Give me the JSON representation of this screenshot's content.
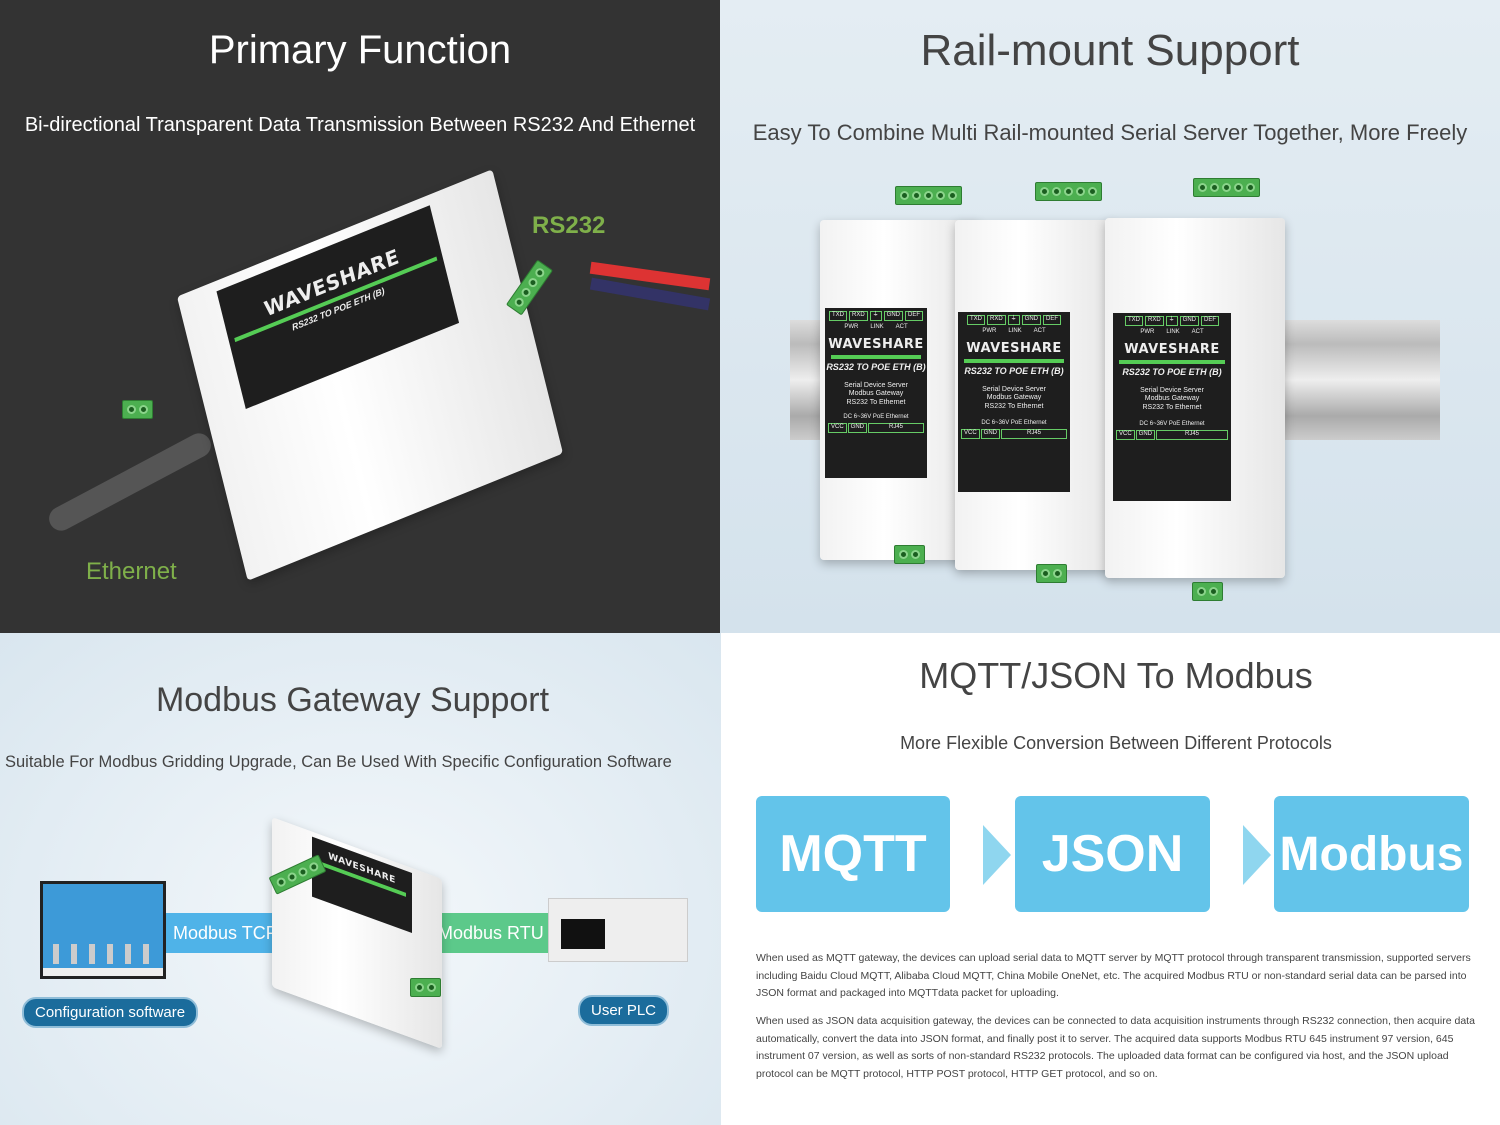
{
  "primary": {
    "title": "Primary Function",
    "subtitle": "Bi-directional Transparent Data Transmission Between RS232 And Ethernet",
    "label_rs232": "RS232",
    "label_ethernet": "Ethernet"
  },
  "rail": {
    "title": "Rail-mount Support",
    "subtitle": "Easy To Combine Multi Rail-mounted Serial Server Together, More Freely"
  },
  "modbus": {
    "title": "Modbus Gateway Support",
    "subtitle": "Suitable For Modbus Gridding Upgrade, Can Be Used With Specific Configuration Software",
    "tcp_label": "Modbus TCP",
    "rtu_label": "Modbus RTU",
    "config_label": "Configuration software",
    "plc_label": "User PLC"
  },
  "mqtt": {
    "title": "MQTT/JSON To Modbus",
    "subtitle": "More Flexible Conversion Between Different Protocols",
    "flow": [
      "MQTT",
      "JSON",
      "Modbus"
    ],
    "paragraphs": [
      "When used as MQTT gateway, the devices can upload serial data to MQTT server by MQTT protocol through transparent transmission, supported servers including Baidu Cloud MQTT, Alibaba Cloud MQTT, China Mobile OneNet, etc. The acquired Modbus RTU or non-standard serial data can be parsed into JSON format and packaged into MQTTdata packet for uploading.",
      "When used as JSON data acquisition gateway, the devices can be connected to data acquisition instruments through RS232 connection, then acquire data automatically, convert the data into JSON format, and finally post it to server. The acquired data supports Modbus RTU 645 instrument 97 version, 645 instrument 07 version, as well as sorts of non-standard RS232 protocols. The uploaded data format can be configured via host, and the JSON upload protocol can be MQTT protocol, HTTP POST protocol, HTTP GET protocol, and so on."
    ]
  },
  "device": {
    "brand": "WAVESHARE",
    "model": "RS232 TO POE ETH (B)",
    "pins": [
      "TXD",
      "RXD",
      "⏚",
      "GND",
      "DEF"
    ],
    "leds": [
      "PWR",
      "LINK",
      "ACT"
    ],
    "line1": "Serial Device Server",
    "line2": "Modbus Gateway",
    "line3": "RS232 To Ethernet",
    "power": "DC 6~36V  PoE Ethernet",
    "bottom": [
      "VCC",
      "GND",
      "RJ45"
    ]
  },
  "colors": {
    "accent_green": "#6ab04c",
    "flow_blue": "#63c4ea",
    "pill_blue": "#1b6c9c",
    "tcp_band": "#4fb3e8",
    "rtu_band": "#5cc98a"
  }
}
